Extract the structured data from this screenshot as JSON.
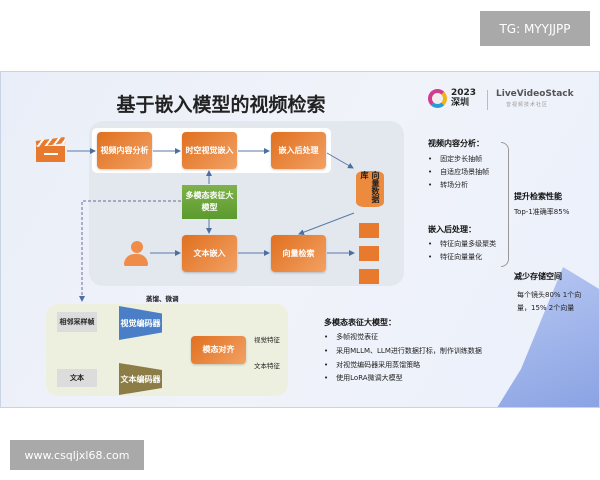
{
  "watermarks": {
    "top": "TG: MYYJJPP",
    "bottom": "www.csqljxl68.com"
  },
  "slide": {
    "title": "基于嵌入模型的视频检索",
    "logo": {
      "year": "2023",
      "city": "深圳",
      "brand": "LiveVideoStack",
      "brand_sub": "音视频技术社区"
    },
    "flow": {
      "video_analysis": "视频内容分析",
      "spatiotemporal": "时空视觉嵌入",
      "post_process": "嵌入后处理",
      "multimodal_model": "多模态表征大模型",
      "text_embed": "文本嵌入",
      "vector_search": "向量检索",
      "vector_db": "向量数据库"
    },
    "training": {
      "adjacent_frames": "相邻采样帧",
      "visual_encoder": "视觉编码器",
      "distill": "蒸馏、微调",
      "text": "文本",
      "text_encoder": "文本编码器",
      "alignment": "模态对齐",
      "visual_feature": "视觉特征",
      "text_feature": "文本特征"
    },
    "notes": {
      "video_analysis": {
        "title": "视频内容分析：",
        "items": [
          "固定步长抽帧",
          "自适应场景抽帧",
          "转场分析"
        ]
      },
      "post_process": {
        "title": "嵌入后处理：",
        "items": [
          "特征向量多级聚类",
          "特征向量量化"
        ]
      },
      "perf": {
        "title": "提升检索性能",
        "text": "Top-1准确率85%"
      },
      "storage": {
        "title": "减少存储空间",
        "line1": "每个镜头80% 1个向",
        "line2": "量，15% 2个向量"
      },
      "multimodal": {
        "title": "多模态表征大模型：",
        "items": [
          "多帧视觉表征",
          "采用MLLM、LLM进行数据打标，制作训练数据",
          "对视觉编码器采用蒸馏策略",
          "使用LoRA微调大模型"
        ]
      }
    }
  },
  "colors": {
    "orange": "#e77a2c",
    "green": "#6aa63a",
    "blue": "#4a7fc8",
    "olive": "#8c7c45"
  }
}
